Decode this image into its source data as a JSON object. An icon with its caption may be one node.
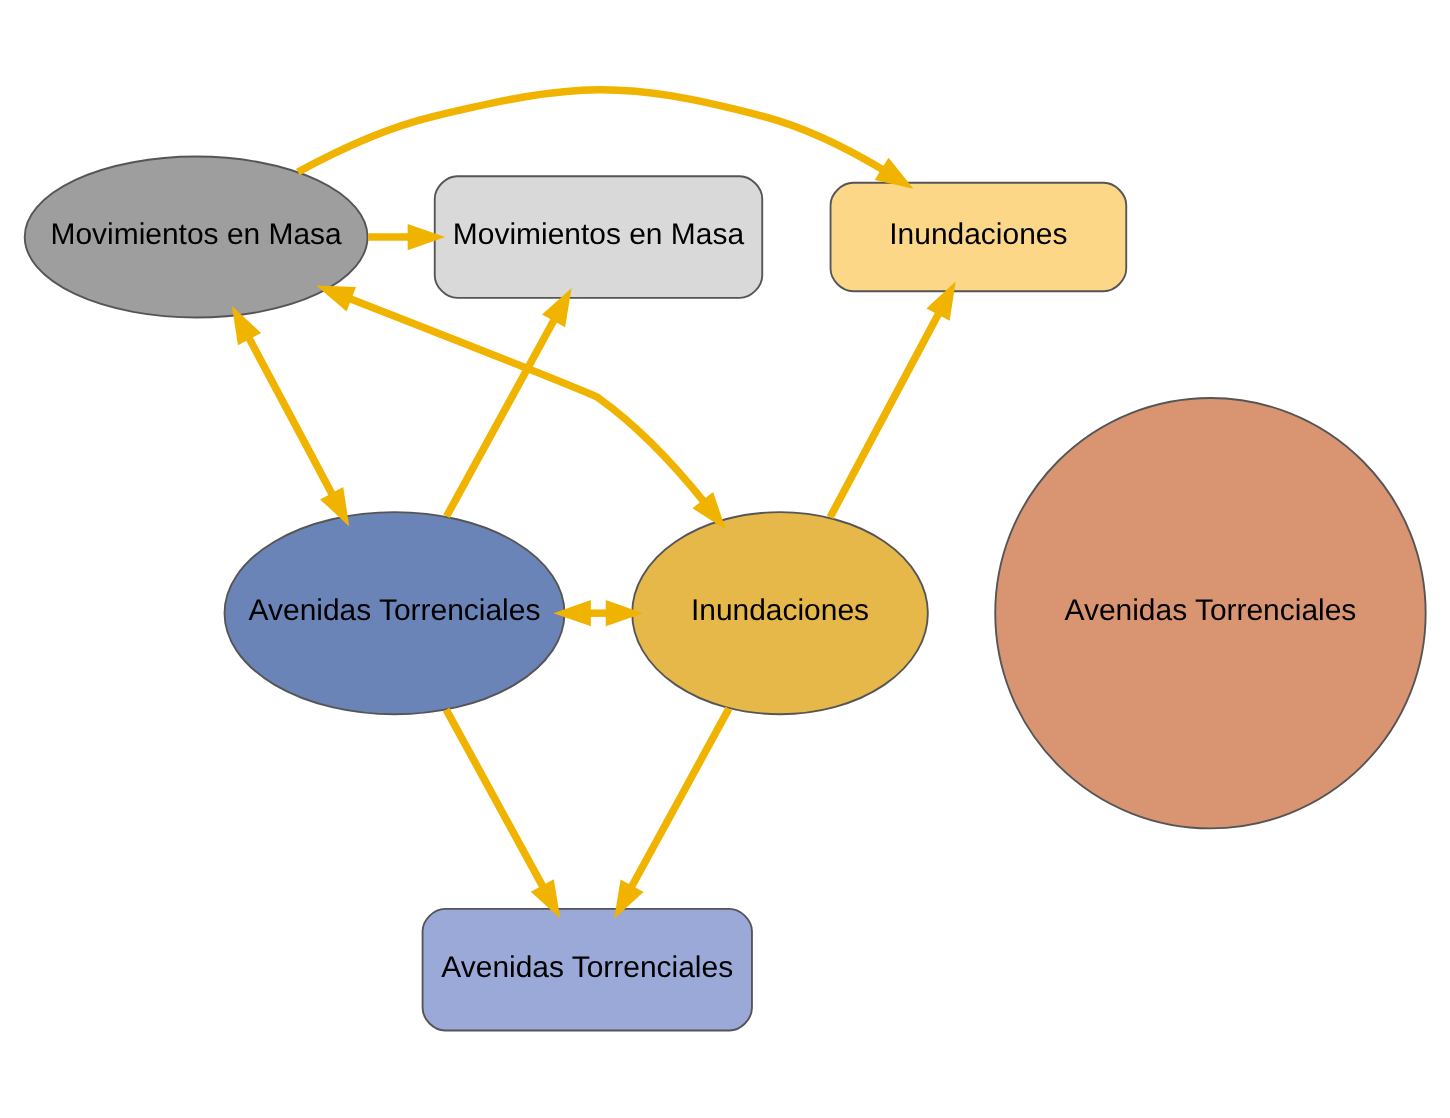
{
  "diagram": {
    "nodes": [
      {
        "text": [
          "Movimientos en Masa"
        ]
      },
      {
        "text": [
          "Movimientos en Masa"
        ]
      },
      {
        "text": [
          "Inundaciones"
        ]
      },
      {
        "text": [
          "Avenidas Torrenciales"
        ]
      },
      {
        "text": [
          "Avenidas Torrenciales"
        ]
      },
      {
        "text": [
          "Inundaciones"
        ]
      },
      {
        "text": [
          "Avenidas Torrenciales"
        ]
      }
    ],
    "edges": [
      {
        "from": 0,
        "to": 4,
        "arrow": "both"
      },
      {
        "from": 0,
        "to": 1,
        "arrow": "to"
      },
      {
        "from": 4,
        "to": 1,
        "arrow": "to"
      },
      {
        "from": 0,
        "to": 5,
        "arrow": "both"
      },
      {
        "from": 0,
        "to": 2,
        "arrow": "to"
      },
      {
        "from": 5,
        "to": 2,
        "arrow": "to"
      },
      {
        "from": 4,
        "to": 5,
        "arrow": "both"
      },
      {
        "from": 4,
        "to": 6,
        "arrow": "to"
      },
      {
        "from": 5,
        "to": 6,
        "arrow": "to"
      }
    ]
  }
}
